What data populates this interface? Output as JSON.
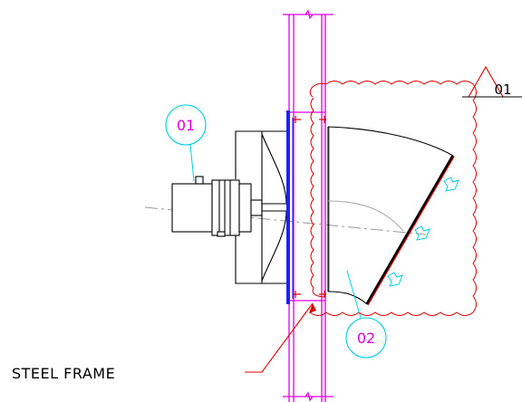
{
  "labels": {
    "revision_tag": "01",
    "callout_motor": "01",
    "callout_damper": "02",
    "steel_frame": "STEEL FRAME"
  },
  "colors": {
    "frame": "#e000e0",
    "drawing_line": "#000000",
    "flange": "#0000ff",
    "callout_circle": "#00cfe0",
    "callout_text": "#e000e0",
    "revision_cloud": "#e00000",
    "leader": "#e00000",
    "louver_blade": "#e00000",
    "centerline": "#999999",
    "airflow_arrow": "#00cfe0"
  }
}
